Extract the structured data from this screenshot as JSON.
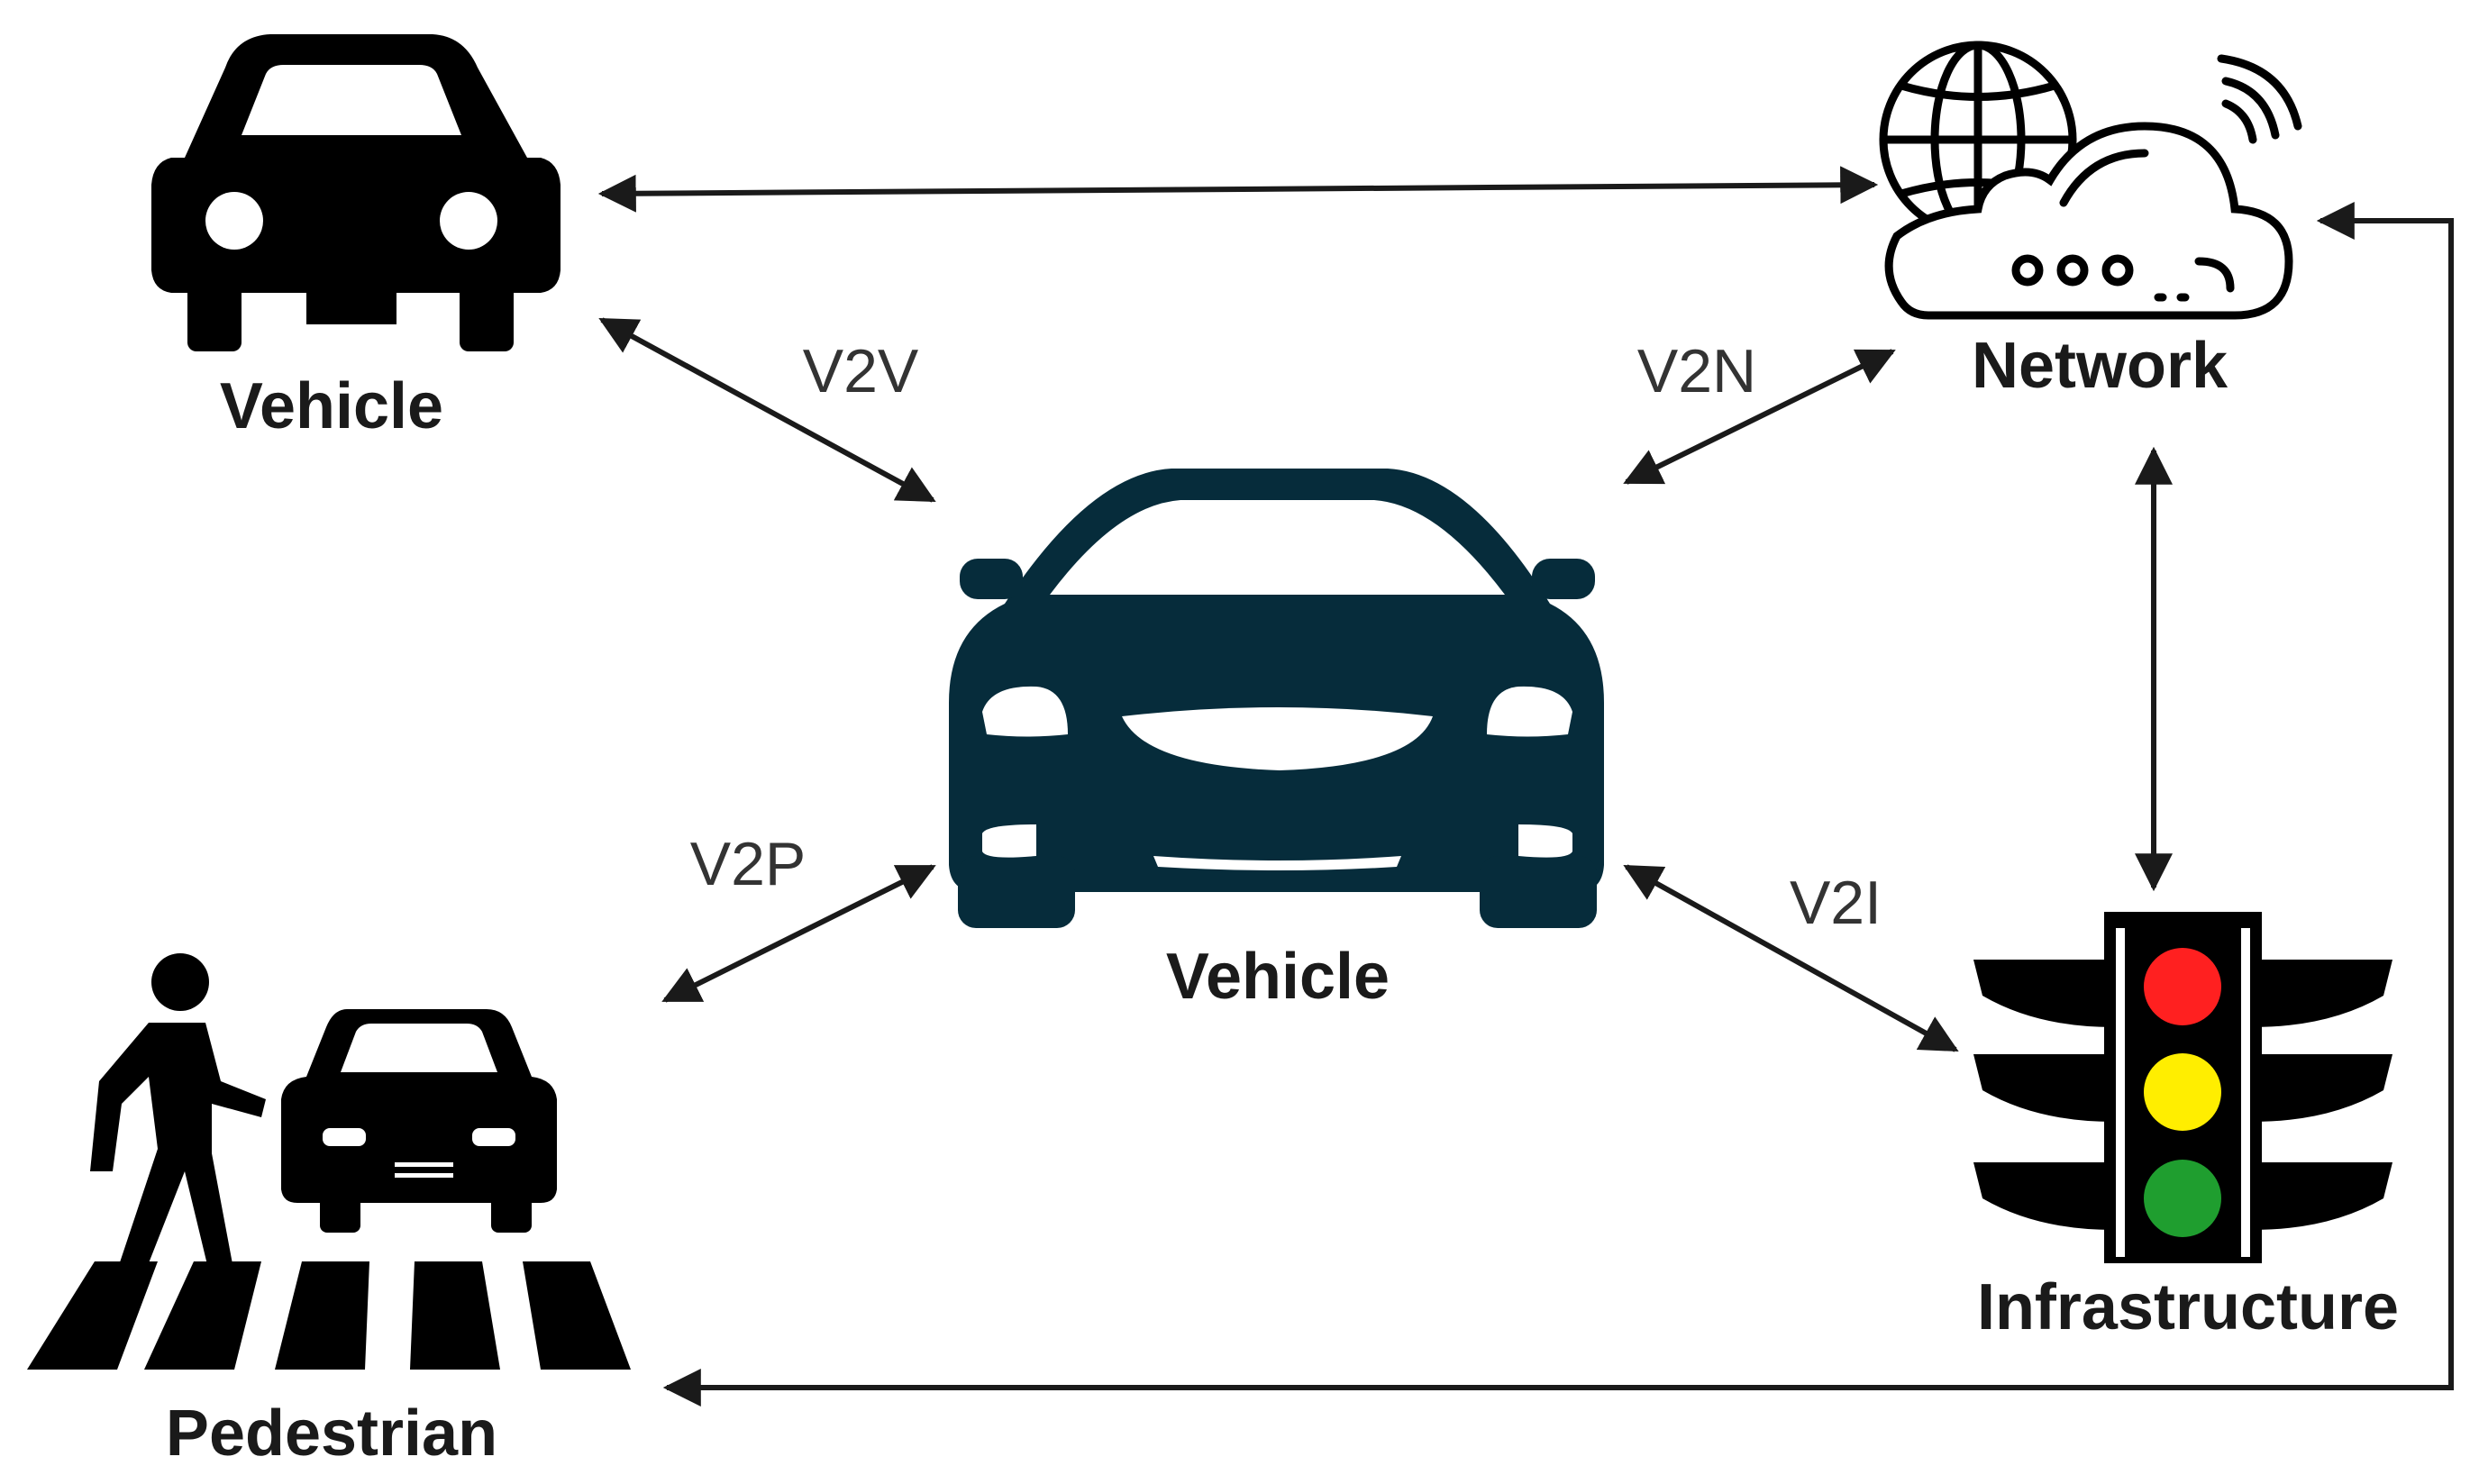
{
  "nodes": {
    "vehicle_top_left": {
      "label": "Vehicle",
      "icon": "car-front-icon"
    },
    "vehicle_center": {
      "label": "Vehicle",
      "icon": "sedan-front-icon"
    },
    "network": {
      "label": "Network",
      "icon": "cloud-network-icon"
    },
    "pedestrian": {
      "label": "Pedestrian",
      "icon": "pedestrian-crossing-icon"
    },
    "infrastructure": {
      "label": "Infrastructure",
      "icon": "traffic-light-icon"
    }
  },
  "links": {
    "v2v": "V2V",
    "v2n": "V2N",
    "v2p": "V2P",
    "v2i": "V2I"
  },
  "colors": {
    "line": "#1a1a1a",
    "center_vehicle": "#062c3b",
    "icon": "#000000",
    "light_red": "#ff2020",
    "light_yellow": "#ffee00",
    "light_green": "#1f9e2f"
  }
}
